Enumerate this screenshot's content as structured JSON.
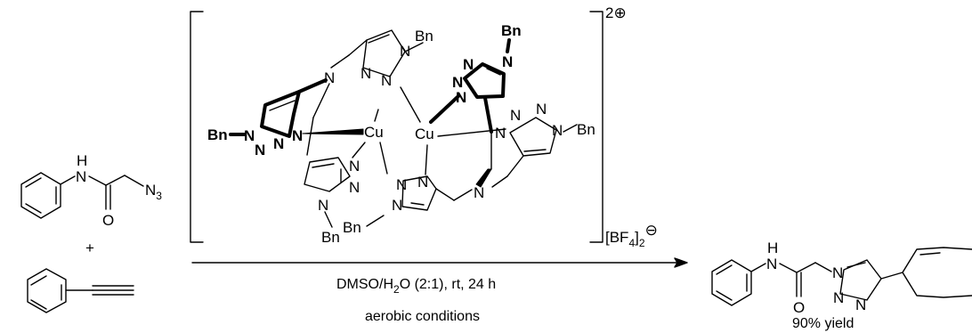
{
  "reagent": {
    "nh_h": "H",
    "nh_n": "N",
    "carbonyl_o": "O",
    "azide_n": "N",
    "azide_sub": "3",
    "plus": "+"
  },
  "catalyst": {
    "charge_num": "2",
    "charge_sym": "⊕",
    "counterion": "[BF",
    "counterion_sub": "4",
    "counterion_close": "]",
    "counterion_count": "2",
    "counterion_sym": "⊖",
    "bn": "Bn",
    "n": "N",
    "cu": "Cu"
  },
  "conditions": {
    "solvent_a": "DMSO/H",
    "solvent_sub": "2",
    "solvent_b": "O (2:1), rt, 24 h",
    "atmosphere": "aerobic conditions"
  },
  "product": {
    "nh_h": "H",
    "nh_n": "N",
    "carbonyl_o": "O",
    "n": "N",
    "yield": "90% yield"
  },
  "colors": {
    "ink": "#000000",
    "background": "#ffffff"
  }
}
